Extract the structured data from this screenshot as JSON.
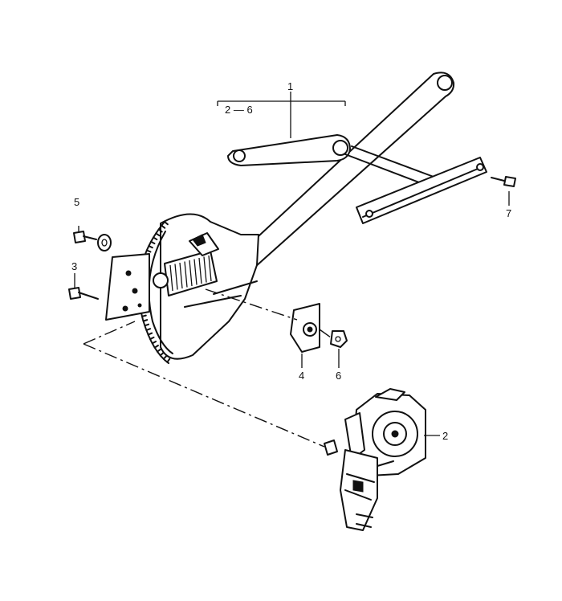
{
  "callouts": {
    "c1": "1",
    "c2_6": "2 — 6",
    "c2": "2",
    "c3": "3",
    "c4": "4",
    "c5": "5",
    "c6": "6",
    "c7": "7"
  }
}
